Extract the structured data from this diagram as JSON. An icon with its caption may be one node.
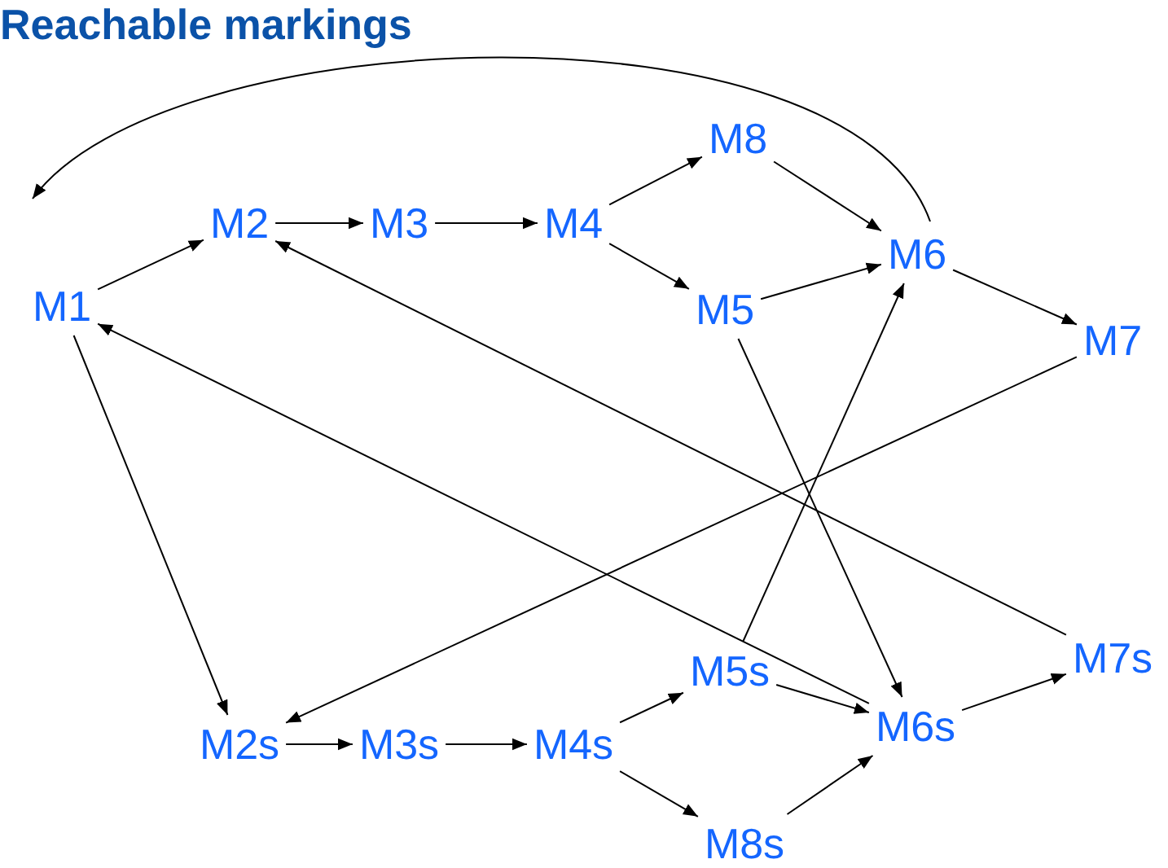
{
  "diagram": {
    "title": "Reachable markings",
    "nodes": [
      {
        "text": [
          "M1"
        ]
      },
      {
        "text": [
          "M2"
        ]
      },
      {
        "text": [
          "M3"
        ]
      },
      {
        "text": [
          "M4"
        ]
      },
      {
        "text": [
          "M8"
        ]
      },
      {
        "text": [
          "M5"
        ]
      },
      {
        "text": [
          "M6"
        ]
      },
      {
        "text": [
          "M7"
        ]
      },
      {
        "text": [
          "M2s"
        ]
      },
      {
        "text": [
          "M3s"
        ]
      },
      {
        "text": [
          "M4s"
        ]
      },
      {
        "text": [
          "M5s"
        ]
      },
      {
        "text": [
          "M6s"
        ]
      },
      {
        "text": [
          "M7s"
        ]
      },
      {
        "text": [
          "M8s"
        ]
      }
    ],
    "edges": [
      {
        "from": 0,
        "to": 1,
        "arrow": "to"
      },
      {
        "from": 1,
        "to": 2,
        "arrow": "to"
      },
      {
        "from": 2,
        "to": 3,
        "arrow": "to"
      },
      {
        "from": 3,
        "to": 4,
        "arrow": "to"
      },
      {
        "from": 3,
        "to": 5,
        "arrow": "to"
      },
      {
        "from": 4,
        "to": 6,
        "arrow": "to"
      },
      {
        "from": 5,
        "to": 6,
        "arrow": "to"
      },
      {
        "from": 6,
        "to": 7,
        "arrow": "to"
      },
      {
        "from": 6,
        "to": 0,
        "arrow": "to"
      },
      {
        "from": 0,
        "to": 8,
        "arrow": "to"
      },
      {
        "from": 7,
        "to": 8,
        "arrow": "to"
      },
      {
        "from": 5,
        "to": 12,
        "arrow": "to"
      },
      {
        "from": 11,
        "to": 6,
        "arrow": "to"
      },
      {
        "from": 12,
        "to": 0,
        "arrow": "to"
      },
      {
        "from": 13,
        "to": 1,
        "arrow": "to"
      },
      {
        "from": 8,
        "to": 9,
        "arrow": "to"
      },
      {
        "from": 9,
        "to": 10,
        "arrow": "to"
      },
      {
        "from": 10,
        "to": 11,
        "arrow": "to"
      },
      {
        "from": 10,
        "to": 14,
        "arrow": "to"
      },
      {
        "from": 11,
        "to": 12,
        "arrow": "to"
      },
      {
        "from": 14,
        "to": 12,
        "arrow": "to"
      },
      {
        "from": 12,
        "to": 13,
        "arrow": "to"
      }
    ]
  }
}
